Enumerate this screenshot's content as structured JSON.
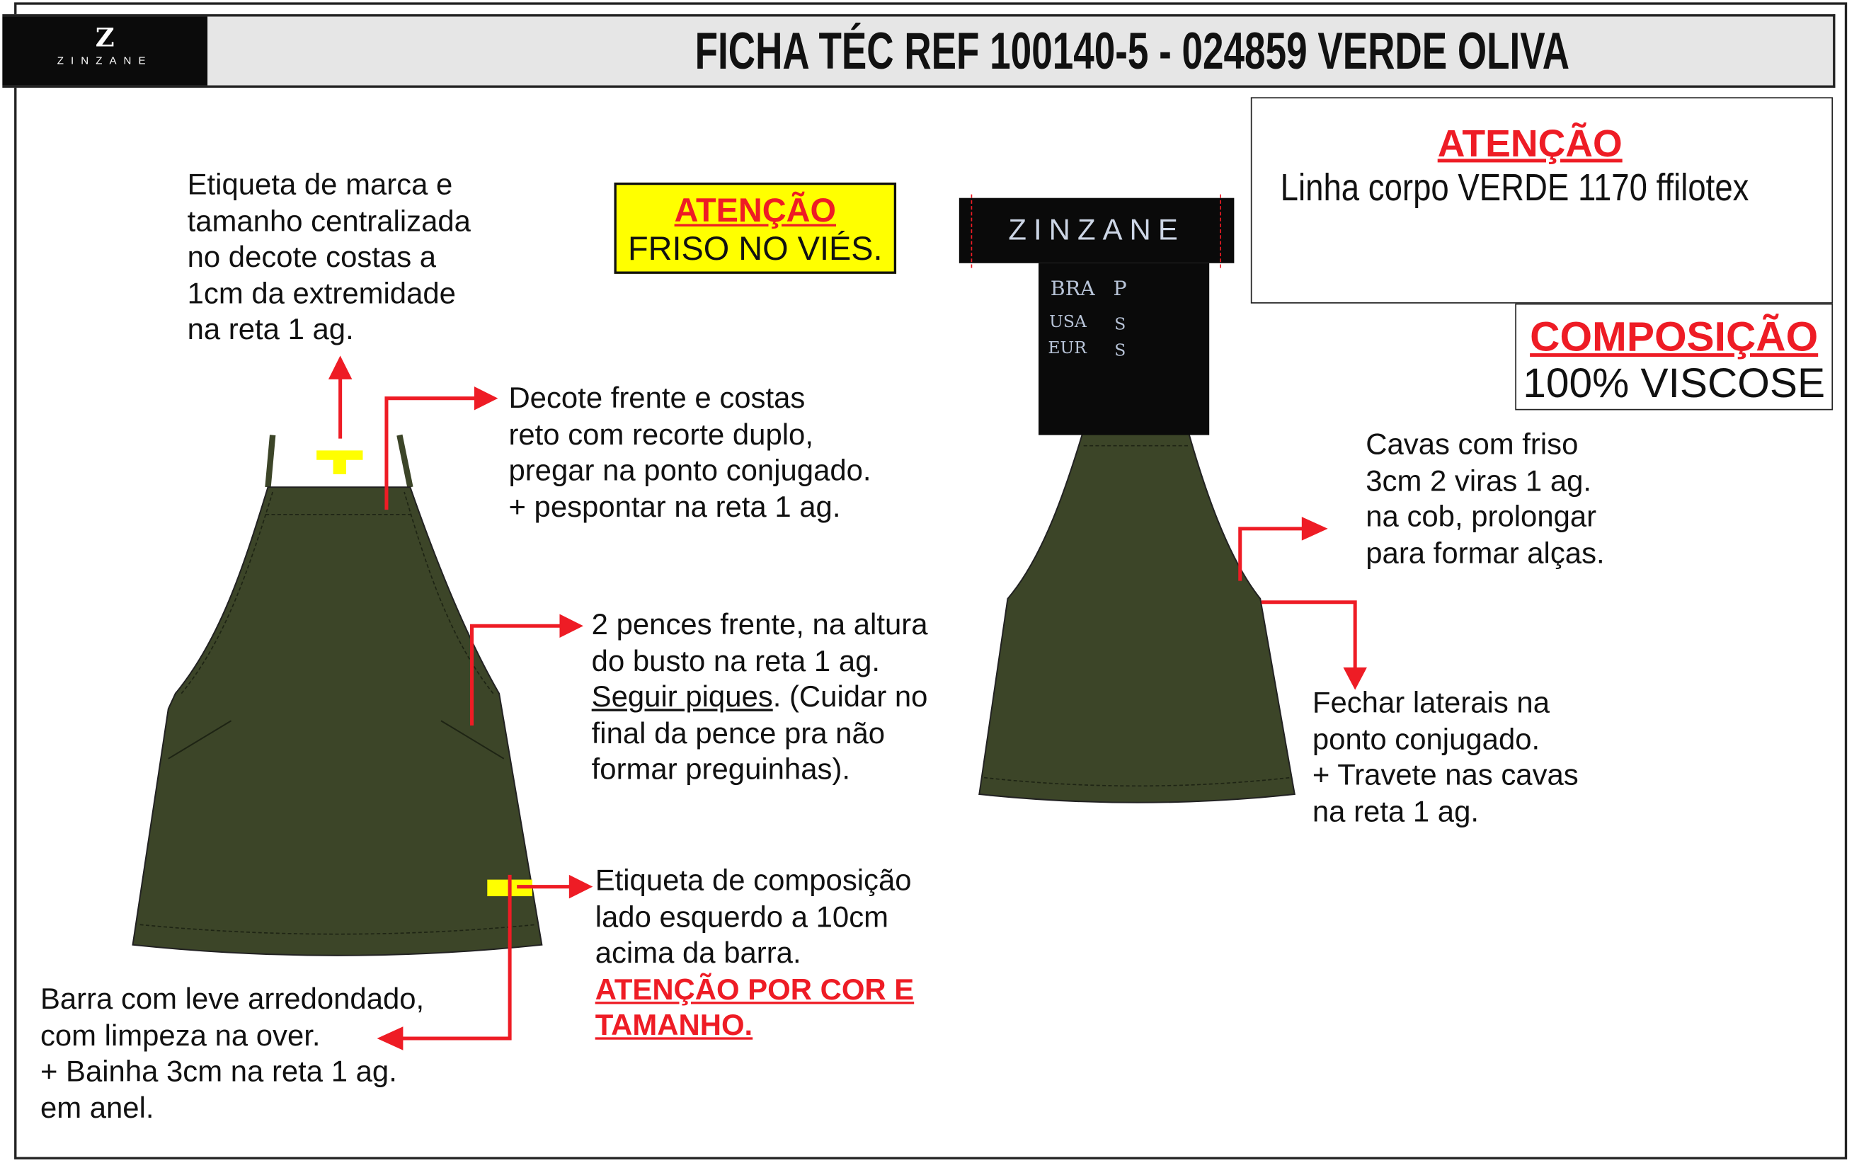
{
  "header": {
    "brand_initial": "Z",
    "brand": "ZINZANE",
    "title": "FICHA TÉC REF 100140-5  - 024859 VERDE OLIVA"
  },
  "notes": {
    "label_position": [
      "Etiqueta de marca e",
      "tamanho centralizada",
      "no decote costas a",
      "1cm da extremidade",
      "na reta 1 ag."
    ],
    "neckline": [
      "Decote frente e costas",
      "reto com recorte duplo,",
      "pregar na ponto conjugado.",
      "+ pespontar na reta 1 ag."
    ],
    "darts": {
      "line1": "2 pences frente, na altura",
      "line2": "do busto na reta 1 ag.",
      "line3_underlined": "Seguir piques",
      "line3_rest": ". (Cuidar no",
      "line4": "final da pence pra não",
      "line5": "formar preguinhas)."
    },
    "composition_label": {
      "lines": [
        "Etiqueta de composição",
        "lado esquerdo a 10cm",
        "acima da barra."
      ],
      "warning": [
        "ATENÇÃO POR COR E",
        "TAMANHO."
      ]
    },
    "hem": [
      "Barra com leve arredondado,",
      "com limpeza na over.",
      "+ Bainha 3cm na reta 1 ag.",
      "em anel."
    ],
    "armholes": [
      "Cavas com friso",
      "3cm 2 viras 1 ag.",
      "na cob, prolongar",
      "para formar alças."
    ],
    "sides": [
      "Fechar laterais na",
      "ponto conjugado.",
      "+ Travete nas cavas",
      "na reta 1 ag."
    ]
  },
  "attention_bias": {
    "title": "ATENÇÃO",
    "text": "FRISO NO VIÉS."
  },
  "attention_thread": {
    "title": "ATENÇÃO",
    "text": "Linha corpo VERDE 1170 ffilotex"
  },
  "composition": {
    "title": "COMPOSIÇÃO",
    "text": "100% VISCOSE"
  },
  "brand_tag": {
    "brand": "ZINZANE",
    "rows": [
      {
        "region": "BRA",
        "size": "P"
      },
      {
        "region": "USA",
        "size": "S"
      },
      {
        "region": "EUR",
        "size": "S"
      }
    ]
  },
  "colors": {
    "garment": "#3c4528",
    "arrow": "#ee1c25",
    "highlight": "#ffff00"
  }
}
